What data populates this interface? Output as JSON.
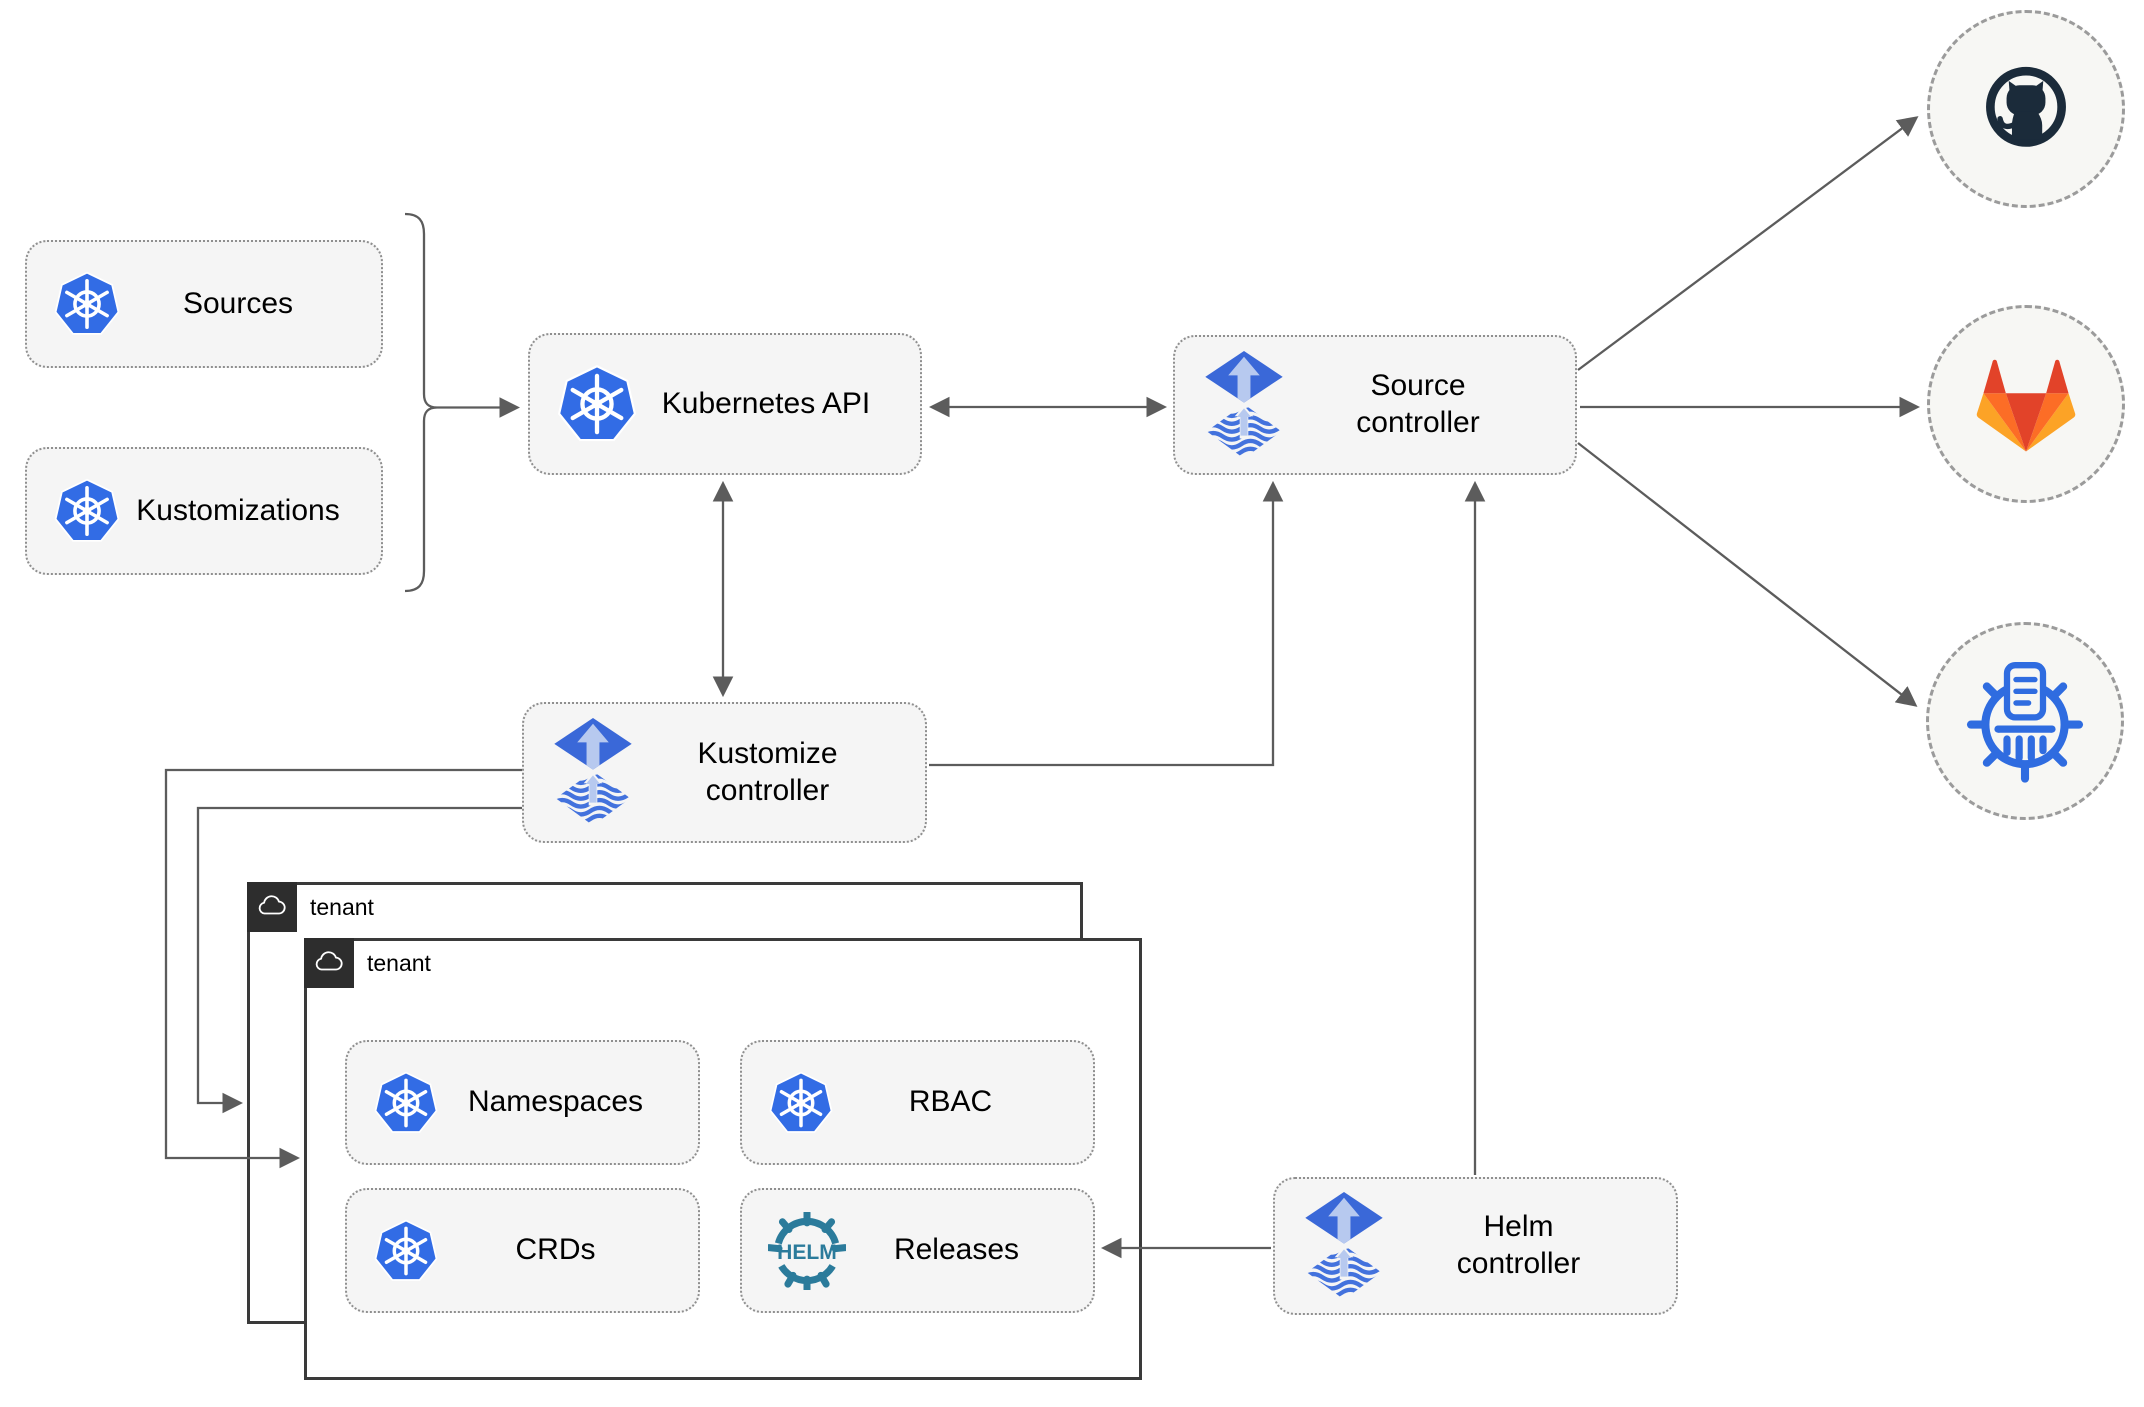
{
  "nodes": {
    "sources": {
      "label": "Sources",
      "icon": "kubernetes-wheel"
    },
    "kustomizations": {
      "label": "Kustomizations",
      "icon": "kubernetes-wheel"
    },
    "kubernetes_api": {
      "label": "Kubernetes API",
      "icon": "kubernetes-wheel"
    },
    "source_controller": {
      "label": "Source\ncontroller",
      "icon": "flux-diamond"
    },
    "kustomize_controller": {
      "label": "Kustomize\ncontroller",
      "icon": "flux-diamond"
    },
    "helm_controller": {
      "label": "Helm\ncontroller",
      "icon": "flux-diamond"
    }
  },
  "tenants": {
    "outer": {
      "label": "tenant",
      "icon": "cloud"
    },
    "inner": {
      "label": "tenant",
      "icon": "cloud"
    }
  },
  "resources": {
    "namespaces": {
      "label": "Namespaces",
      "icon": "kubernetes-wheel"
    },
    "rbac": {
      "label": "RBAC",
      "icon": "kubernetes-wheel"
    },
    "crds": {
      "label": "CRDs",
      "icon": "kubernetes-wheel"
    },
    "releases": {
      "label": "Releases",
      "icon": "helm-wheel"
    }
  },
  "external_repositories": [
    {
      "name": "github",
      "icon": "github-octocat"
    },
    {
      "name": "gitlab",
      "icon": "gitlab-tanuki"
    },
    {
      "name": "helm-repository",
      "icon": "chartmuseum-wheel"
    }
  ],
  "edges": [
    {
      "from": "sources+kustomizations-brace",
      "to": "kubernetes-api",
      "style": "arrow"
    },
    {
      "from": "kubernetes-api",
      "to": "source-controller",
      "style": "double-arrow"
    },
    {
      "from": "kubernetes-api",
      "to": "kustomize-controller",
      "style": "double-arrow"
    },
    {
      "from": "source-controller",
      "to": "github",
      "style": "arrow"
    },
    {
      "from": "source-controller",
      "to": "gitlab",
      "style": "arrow"
    },
    {
      "from": "source-controller",
      "to": "helm-repository",
      "style": "arrow"
    },
    {
      "from": "kustomize-controller",
      "to": "source-controller",
      "style": "arrow"
    },
    {
      "from": "helm-controller",
      "to": "source-controller",
      "style": "arrow"
    },
    {
      "from": "helm-controller",
      "to": "releases",
      "style": "arrow"
    },
    {
      "from": "kustomize-controller",
      "to": "tenant-outer",
      "style": "arrow"
    },
    {
      "from": "kustomize-controller",
      "to": "tenant-inner",
      "style": "arrow"
    }
  ],
  "colors": {
    "node_fill": "#f5f5f5",
    "node_border": "#8f8f8f",
    "connector": "#5c5c5c",
    "kubernetes_blue": "#326CE5",
    "flux_blue": "#3a68d8",
    "flux_arrow_light": "#b7c9ef",
    "helm_teal": "#2b7b9b",
    "github_navy": "#1b2b3a",
    "gitlab_red": "#e24329",
    "gitlab_orange": "#fc6d26",
    "gitlab_amber": "#fca326",
    "chartmuseum_blue": "#2f6ce0",
    "tenant_border": "#3a3a3a",
    "tenant_tab": "#2d2d2d"
  }
}
